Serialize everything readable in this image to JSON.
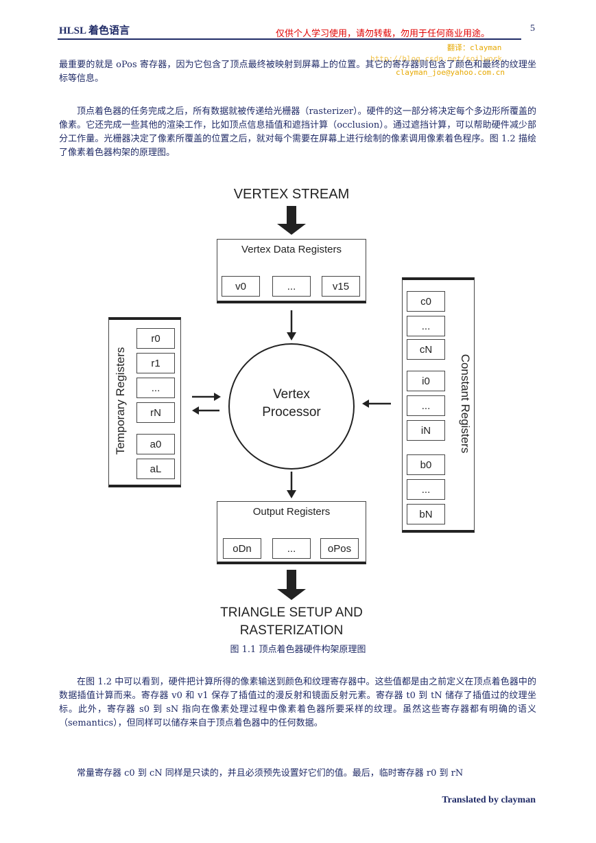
{
  "header": {
    "title": "HLSL 着色语言",
    "warning": "仅供个人学习使用，请勿转载，勿用于任何商业用途。",
    "page_number": "5"
  },
  "watermark": {
    "translator": "翻译：clayman",
    "blog": "http://blog.csdn.net/soilwork",
    "email": "clayman_joe@yahoo.com.cn"
  },
  "paragraphs": {
    "p1": "最重要的就是 oPos 寄存器，因为它包含了顶点最终被映射到屏幕上的位置。其它的寄存器则包含了颜色和最终的纹理坐标等信息。",
    "p2": "顶点着色器的任务完成之后，所有数据就被传递给光栅器（rasterizer）。硬件的这一部分将决定每个多边形所覆盖的像素。它还完成一些其他的渲染工作，比如顶点信息插值和遮挡计算（occlusion）。通过遮挡计算，可以帮助硬件减少部分工作量。光栅器决定了像素所覆盖的位置之后，就对每个需要在屏幕上进行绘制的像素调用像素着色程序。图 1.2 描绘了像素着色器构架的原理图。",
    "p3": "在图 1.2 中可以看到，硬件把计算所得的像素输送到颜色和纹理寄存器中。这些值都是由之前定义在顶点着色器中的数据插值计算而来。寄存器 v0 和 v1 保存了插值过的漫反射和镜面反射元素。寄存器 t0 到 tN 储存了插值过的纹理坐标。此外，寄存器 s0 到 sN 指向在像素处理过程中像素着色器所要采样的纹理。虽然这些寄存器都有明确的语义（semantics），但同样可以储存来自于顶点着色器中的任何数据。",
    "p4": "常量寄存器 c0 到 cN 同样是只读的，并且必须预先设置好它们的值。最后，临时寄存器 r0 到 rN"
  },
  "diagram": {
    "top_label": "VERTEX STREAM",
    "vertex_data": {
      "title": "Vertex Data Registers",
      "cells": [
        "v0",
        "...",
        "v15"
      ]
    },
    "temporary": {
      "title": "Temporary Registers",
      "cells": [
        "r0",
        "r1",
        "...",
        "rN",
        "a0",
        "aL"
      ]
    },
    "processor": [
      "Vertex",
      "Processor"
    ],
    "constant": {
      "title": "Constant Registers",
      "cells": [
        "c0",
        "...",
        "cN",
        "i0",
        "...",
        "iN",
        "b0",
        "...",
        "bN"
      ]
    },
    "output": {
      "title": "Output Registers",
      "cells": [
        "oDn",
        "...",
        "oPos"
      ]
    },
    "bottom_label": [
      "TRIANGLE SETUP AND",
      "RASTERIZATION"
    ]
  },
  "caption": "图 1.1 顶点着色器硬件构架原理图",
  "footer": "Translated by clayman"
}
